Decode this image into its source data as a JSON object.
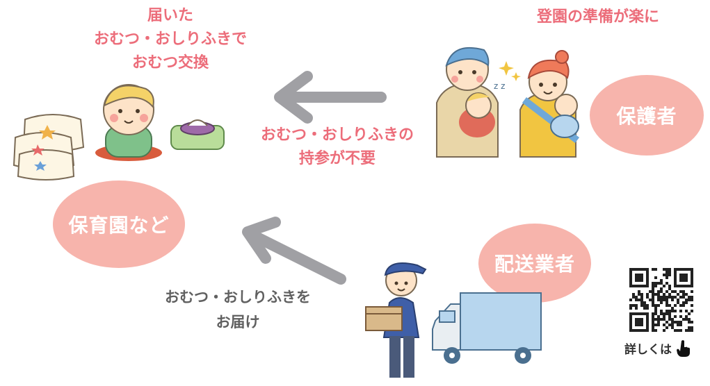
{
  "nursery": {
    "caption_lines": [
      "届いた",
      "おむつ・おしりふきで",
      "おむつ交換"
    ],
    "circle_label": "保育園など"
  },
  "guardian": {
    "caption": "登園の準備が楽に",
    "circle_label": "保護者"
  },
  "arrow_guardian_to_nursery": {
    "caption_lines": [
      "おむつ・おしりふきの",
      "持参が不要"
    ]
  },
  "delivery": {
    "circle_label": "配送業者",
    "caption_lines": [
      "おむつ・おしりふきを",
      "お届け"
    ]
  },
  "qr": {
    "label": "詳しくは"
  },
  "icons": {
    "pointing": "pointing-hand-icon",
    "qr": "qr-code-icon"
  },
  "colors": {
    "accent_pink": "#ec6d7a",
    "circle_pink": "#f7b4ac",
    "arrow_gray": "#a0a0a4"
  }
}
